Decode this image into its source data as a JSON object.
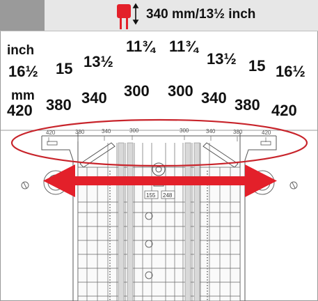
{
  "header": {
    "spec_text": "340 mm/13½ inch"
  },
  "inch_row": {
    "unit": "inch",
    "values": [
      "16½",
      "15",
      "13½",
      "11¾",
      "11¾",
      "13½",
      "15",
      "16½"
    ]
  },
  "mm_row": {
    "unit": "mm",
    "values": [
      "420",
      "380",
      "340",
      "300",
      "300",
      "340",
      "380",
      "420"
    ]
  },
  "scale_markings": [
    "420",
    "380",
    "340",
    "300",
    "300",
    "340",
    "380",
    "420"
  ],
  "plate_labels": [
    "155",
    "248"
  ],
  "colors": {
    "accent_red": "#e3202a",
    "header_bg": "#e7e7e7",
    "header_dark": "#9a9a9a",
    "drawing_line": "#555555"
  },
  "icons": {
    "plug": "plug-icon",
    "height": "double-arrow-vertical-icon",
    "width_adjust": "double-arrow-horizontal-icon"
  }
}
